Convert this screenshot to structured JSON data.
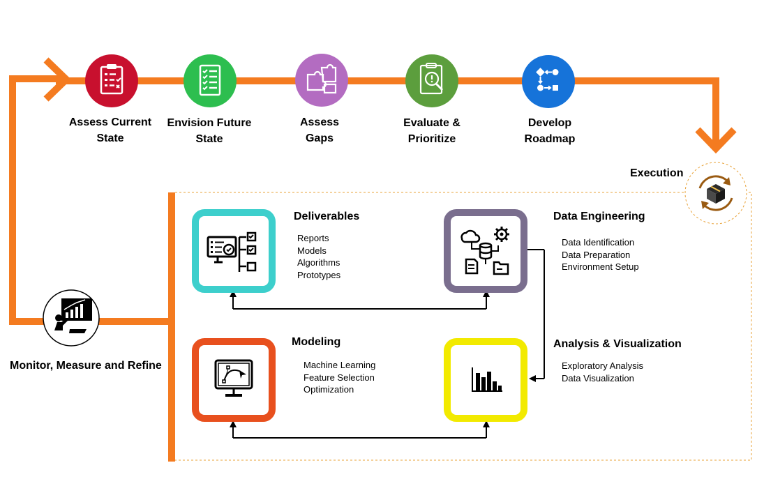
{
  "colors": {
    "orange": "#F47B20",
    "assess_current": "#C8102E",
    "envision": "#2DBE4F",
    "gaps": "#B36CC1",
    "evaluate": "#5C9E3D",
    "roadmap": "#1673D9",
    "deliverables": "#3DCFCC",
    "data_engineering": "#7A6E8E",
    "modeling": "#E8501E",
    "analysis": "#F2EA00"
  },
  "steps": [
    {
      "line1": "Assess Current",
      "line2": "State",
      "icon": "clipboard-checklist-icon"
    },
    {
      "line1": "Envision Future",
      "line2": "State",
      "icon": "checklist-icon"
    },
    {
      "line1": "Assess",
      "line2": "Gaps",
      "icon": "puzzle-icon"
    },
    {
      "line1": "Evaluate &",
      "line2": "Prioritize",
      "icon": "clipboard-magnifier-icon"
    },
    {
      "line1": "Develop",
      "line2": "Roadmap",
      "icon": "flowchart-icon"
    }
  ],
  "execution": {
    "label": "Execution",
    "icon": "box-cycle-icon"
  },
  "monitor": {
    "label": "Monitor, Measure and Refine",
    "icon": "presenter-chart-icon"
  },
  "deliverables": {
    "title": "Deliverables",
    "items": [
      "Reports",
      "Models",
      "Algorithms",
      "Prototypes"
    ]
  },
  "data_engineering": {
    "title": "Data Engineering",
    "items": [
      "Data Identification",
      "Data Preparation",
      "Environment Setup"
    ]
  },
  "modeling": {
    "title": "Modeling",
    "items": [
      "Machine Learning",
      "Feature Selection",
      "Optimization"
    ]
  },
  "analysis": {
    "title": "Analysis & Visualization",
    "items": [
      "Exploratory Analysis",
      "Data Visualization"
    ]
  }
}
